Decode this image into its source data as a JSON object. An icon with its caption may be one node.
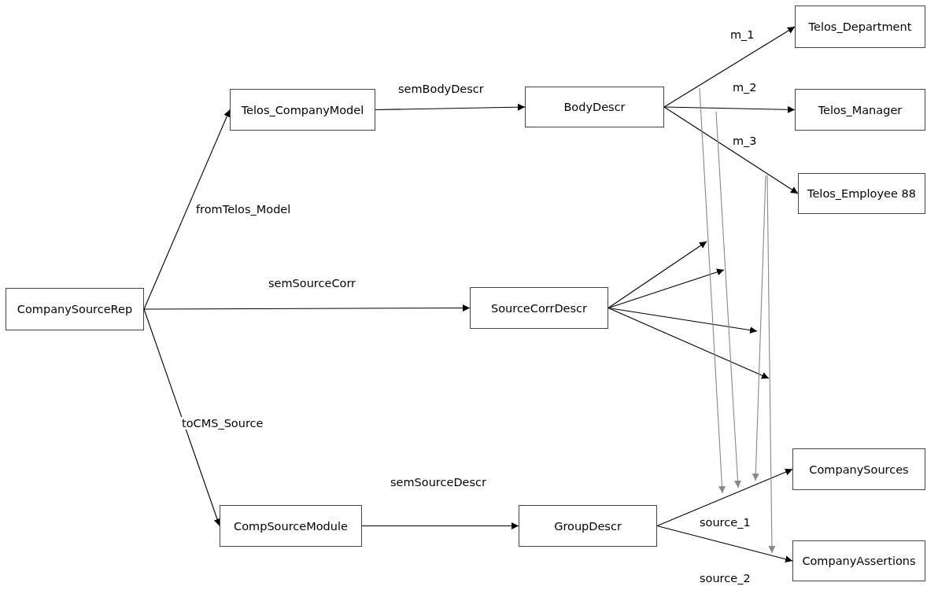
{
  "diagram": {
    "nodes": [
      {
        "text": [
          "CompanySourceRep"
        ]
      },
      {
        "text": [
          "Telos_CompanyModel"
        ]
      },
      {
        "text": [
          "BodyDescr"
        ]
      },
      {
        "text": [
          "Telos_Department"
        ]
      },
      {
        "text": [
          "Telos_Manager"
        ]
      },
      {
        "text": [
          "Telos_Employee 88"
        ]
      },
      {
        "text": [
          "SourceCorrDescr"
        ]
      },
      {
        "text": [
          "CompSourceModule"
        ]
      },
      {
        "text": [
          "GroupDescr"
        ]
      },
      {
        "text": [
          "CompanySources"
        ]
      },
      {
        "text": [
          "CompanyAssertions"
        ]
      }
    ],
    "edges": [
      {
        "from": 0,
        "to": 1,
        "arrow": "to",
        "label": "fromTelos_Model"
      },
      {
        "from": 0,
        "to": 6,
        "arrow": "to",
        "label": "semSourceCorr"
      },
      {
        "from": 0,
        "to": 7,
        "arrow": "to",
        "label": "toCMS_Source"
      },
      {
        "from": 1,
        "to": 2,
        "arrow": "to",
        "label": "semBodyDescr"
      },
      {
        "from": 2,
        "to": 3,
        "arrow": "to",
        "label": "m_1"
      },
      {
        "from": 2,
        "to": 4,
        "arrow": "to",
        "label": "m_2"
      },
      {
        "from": 2,
        "to": 5,
        "arrow": "to",
        "label": "m_3"
      },
      {
        "from": 6,
        "to": null,
        "arrow": "to"
      },
      {
        "from": 6,
        "to": null,
        "arrow": "to"
      },
      {
        "from": 6,
        "to": null,
        "arrow": "to"
      },
      {
        "from": 6,
        "to": null,
        "arrow": "to"
      },
      {
        "from": 7,
        "to": 8,
        "arrow": "to",
        "label": "semSourceDescr"
      },
      {
        "from": 8,
        "to": 9,
        "arrow": "to",
        "label": "source_1"
      },
      {
        "from": 8,
        "to": 10,
        "arrow": "to",
        "label": "source_2"
      }
    ]
  }
}
